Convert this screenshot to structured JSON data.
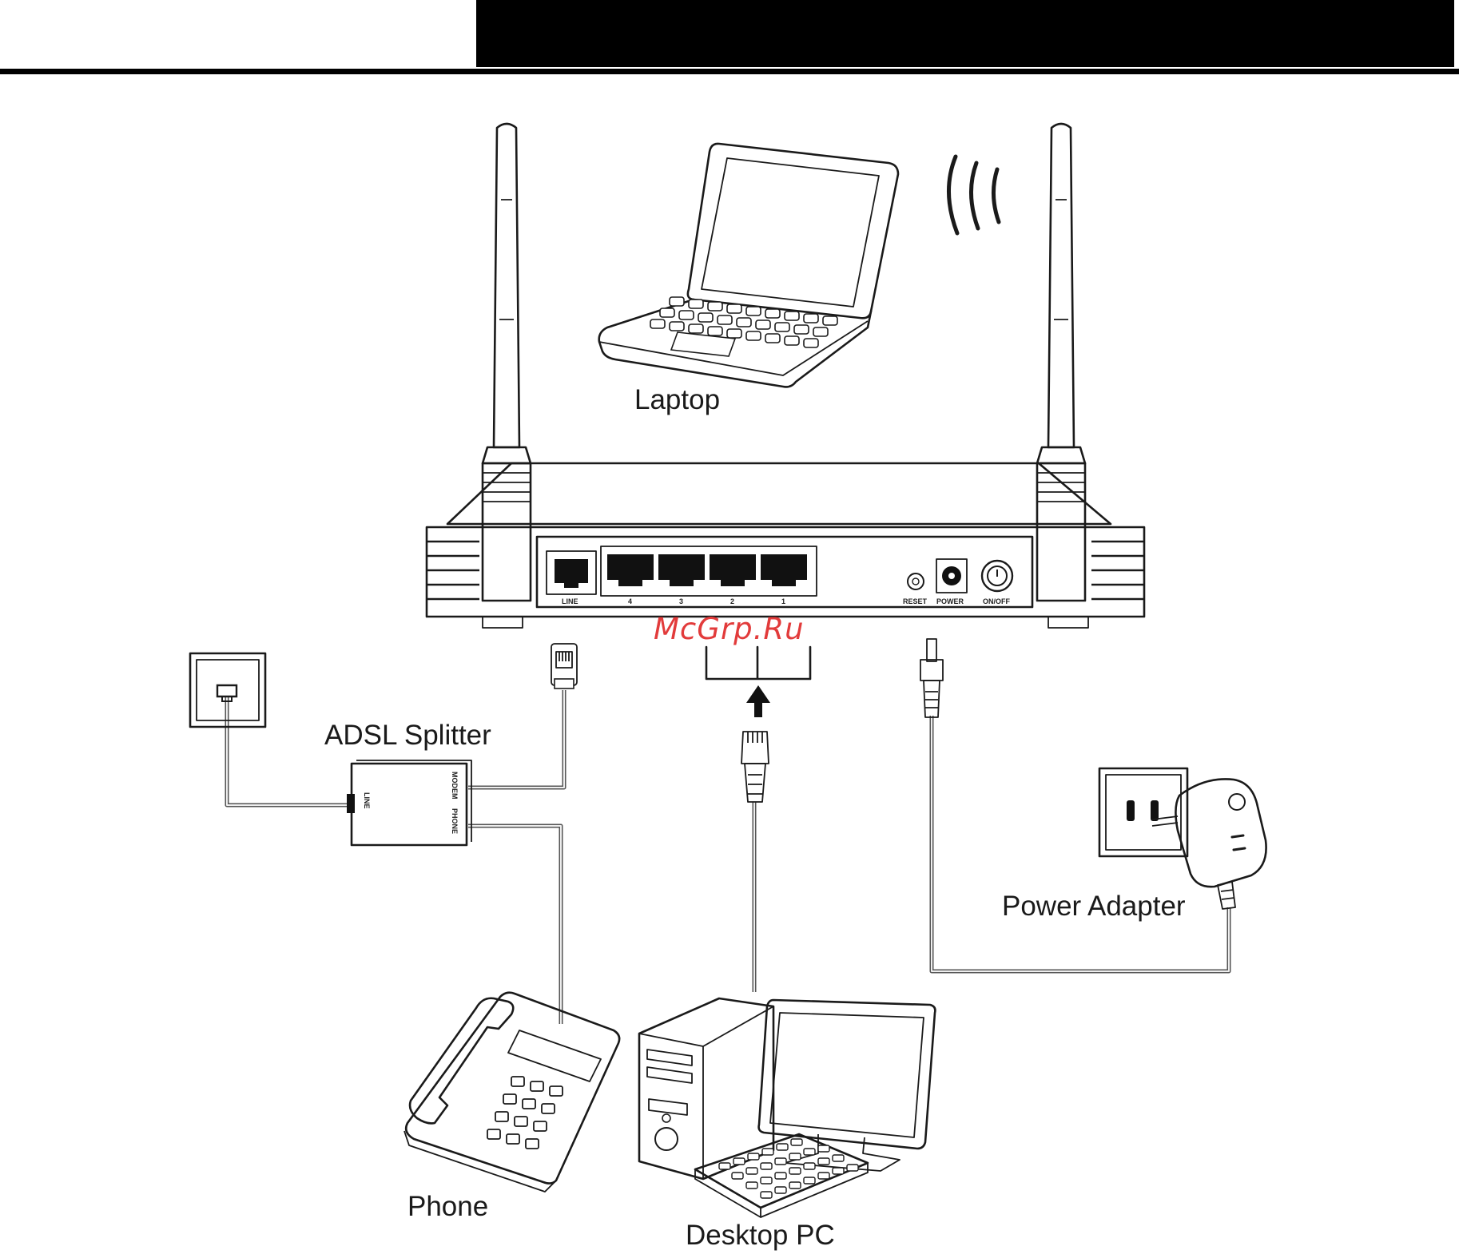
{
  "diagram": {
    "labels": {
      "laptop": "Laptop",
      "adsl_splitter": "ADSL Splitter",
      "power_adapter": "Power Adapter",
      "phone": "Phone",
      "desktop_pc": "Desktop PC"
    },
    "router_ports": {
      "line": "LINE",
      "lan4": "4",
      "lan3": "3",
      "lan2": "2",
      "lan1": "1",
      "reset": "RESET",
      "power": "POWER",
      "onoff": "ON/OFF"
    },
    "splitter_ports": {
      "line": "LINE",
      "modem": "MODEM",
      "phone": "PHONE"
    },
    "watermark": "McGrp.Ru"
  }
}
